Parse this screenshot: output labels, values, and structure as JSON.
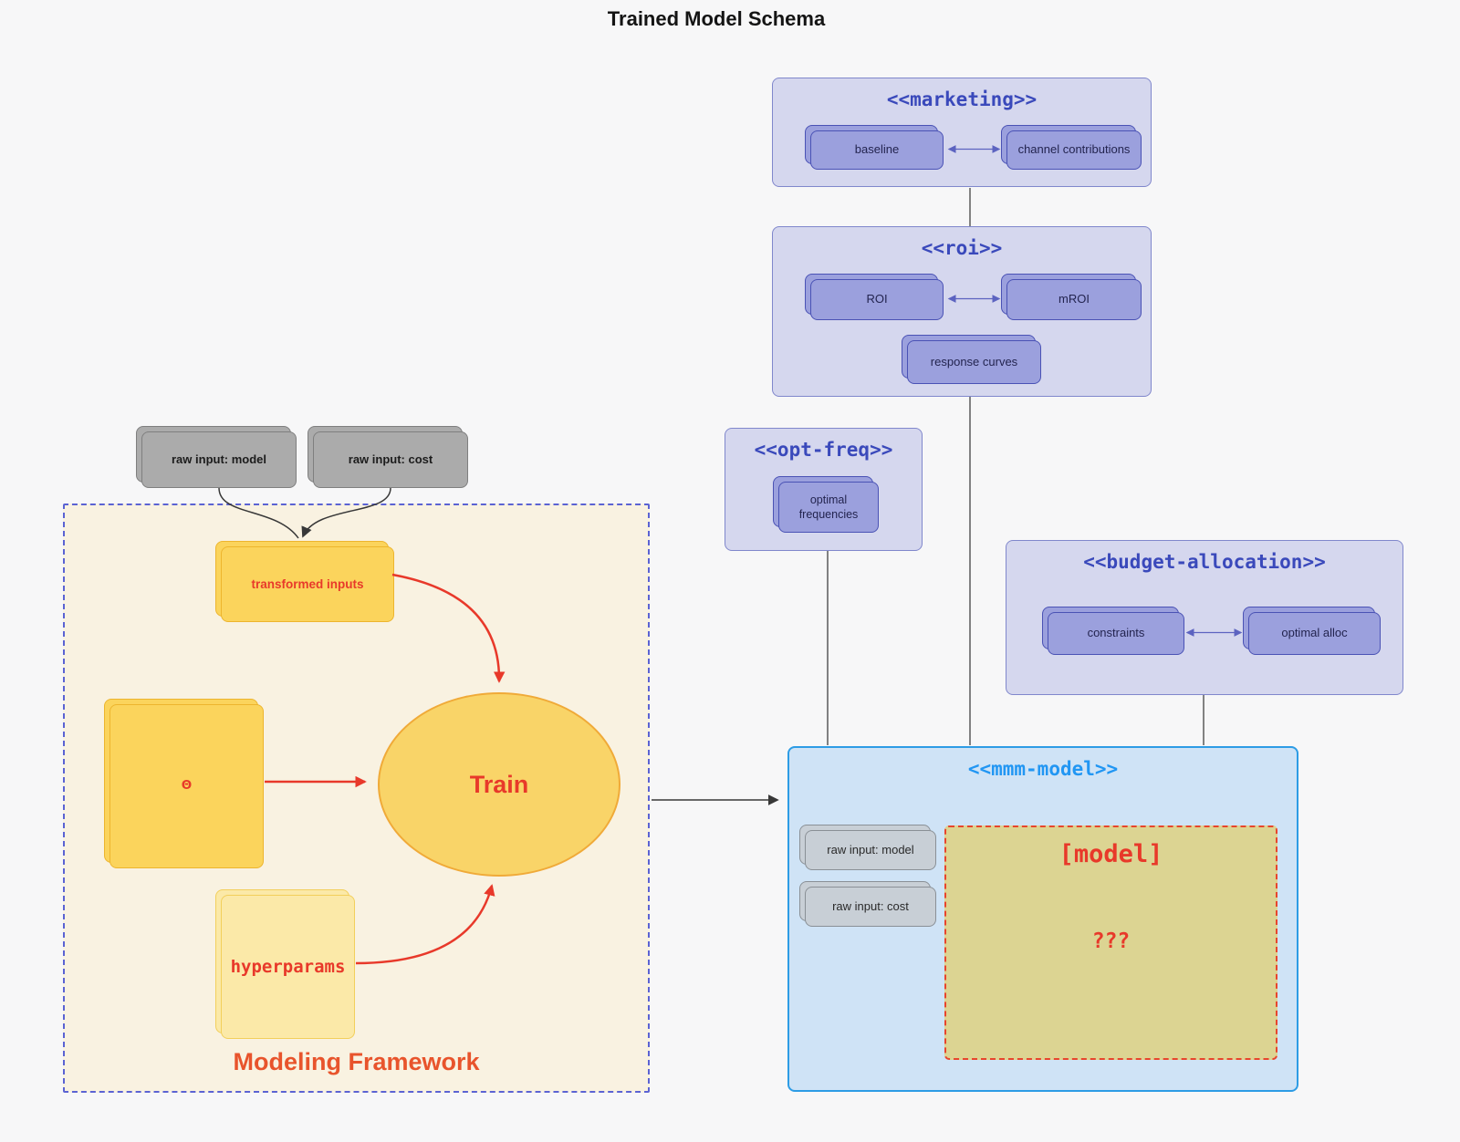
{
  "page": {
    "title": "Trained Model Schema"
  },
  "groups": {
    "marketing": {
      "title": "<<marketing>>",
      "baseline": "baseline",
      "channel_contributions": "channel contributions"
    },
    "roi": {
      "title": "<<roi>>",
      "roi": "ROI",
      "mroi": "mROI",
      "response_curves": "response curves"
    },
    "opt_freq": {
      "title": "<<opt-freq>>",
      "optimal_frequencies": "optimal frequencies"
    },
    "budget_allocation": {
      "title": "<<budget-allocation>>",
      "constraints": "constraints",
      "optimal_alloc": "optimal alloc"
    },
    "mmm_model": {
      "title": "<<mmm-model>>",
      "raw_input_model": "raw input: model",
      "raw_input_cost": "raw input: cost",
      "model_placeholder": "[model]",
      "unknown": "???"
    }
  },
  "framework": {
    "label": "Modeling Framework",
    "raw_input_model": "raw input: model",
    "raw_input_cost": "raw input: cost",
    "transformed_inputs": "transformed inputs",
    "theta": "Θ",
    "train": "Train",
    "hyperparams": "hyperparams"
  },
  "colors": {
    "background": "#f7f7f8",
    "group_fill": "#d5d7ee",
    "group_border": "#8087cc",
    "group_title": "#3a49bb",
    "purple_node_fill": "#9ba0dd",
    "purple_node_border": "#4a52b5",
    "mmm_fill": "#cfe3f6",
    "mmm_border": "#2d9ce5",
    "mmm_title": "#2196f3",
    "gray_node_fill": "#ababab",
    "inner_gray_node_fill": "#c8cfd6",
    "framework_fill": "#f9f2e1",
    "framework_border": "#5b63d3",
    "yellow_node_fill": "#fbd45c",
    "light_yellow_node_fill": "#fbe9a8",
    "train_fill": "#f9d468",
    "train_border": "#f0aa38",
    "khaki_fill": "#dcd492",
    "accent_red": "#e8392a",
    "edge_black": "#383838",
    "edge_purple": "#5c63c0"
  }
}
